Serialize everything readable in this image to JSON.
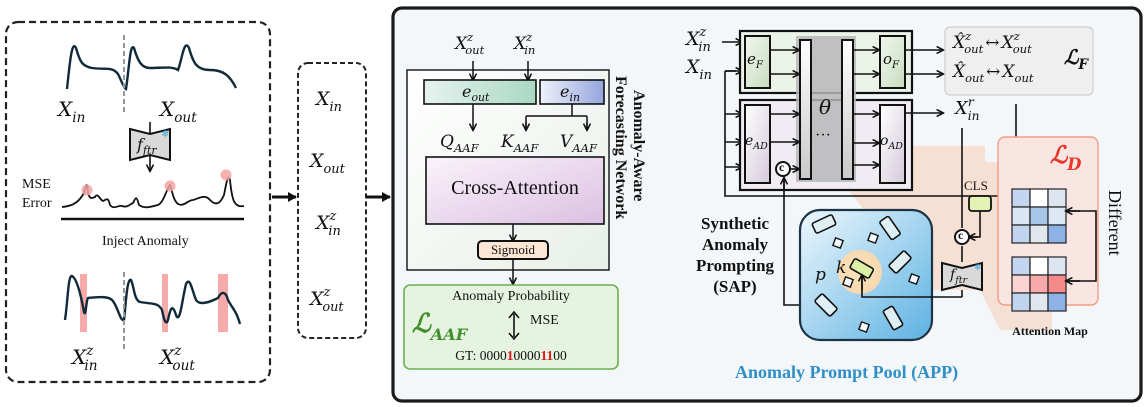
{
  "left_panel": {
    "top_series_labels": {
      "x_in": "X",
      "x_in_sub": "in",
      "x_out": "X",
      "x_out_sub": "out"
    },
    "extractor": {
      "label": "f",
      "sub": "ftr",
      "frozen_icon": "snowflake-icon"
    },
    "mse_label_line1": "MSE",
    "mse_label_line2": "Error",
    "inject_label": "Inject Anomaly",
    "bottom_series_labels": {
      "x_in": "X",
      "x_in_sup": "z",
      "x_in_sub": "in",
      "x_out": "X",
      "x_out_sup": "z",
      "x_out_sub": "out"
    }
  },
  "inputs_box": {
    "items": [
      {
        "base": "X",
        "sup": "",
        "sub": "in"
      },
      {
        "base": "X",
        "sup": "",
        "sub": "out"
      },
      {
        "base": "X",
        "sup": "z",
        "sub": "in"
      },
      {
        "base": "X",
        "sup": "z",
        "sub": "out"
      }
    ]
  },
  "aaf": {
    "title_line1": "Anomaly-Aware",
    "title_line2": "Forecasting Network",
    "input_out": {
      "base": "X",
      "sup": "z",
      "sub": "out"
    },
    "input_in": {
      "base": "X",
      "sup": "z",
      "sub": "in"
    },
    "e_out": {
      "base": "e",
      "sub": "out"
    },
    "e_in": {
      "base": "e",
      "sub": "in"
    },
    "q": {
      "base": "Q",
      "sub": "AAF"
    },
    "k": {
      "base": "K",
      "sub": "AAF"
    },
    "v": {
      "base": "V",
      "sub": "AAF"
    },
    "cross_attention": "Cross-Attention",
    "sigmoid": "Sigmoid",
    "loss_box": {
      "title": "Anomaly Probability",
      "loss": {
        "base": "ℒ",
        "sub": "AAF"
      },
      "mse": "MSE",
      "gt_prefix": "GT: ",
      "gt_bits": [
        "0",
        "0",
        "0",
        "0",
        "1",
        "0",
        "0",
        "0",
        "0",
        "1",
        "1",
        "0",
        "0"
      ],
      "highlight_color": "#e0161b"
    }
  },
  "backbone": {
    "input_z": {
      "base": "X",
      "sup": "z",
      "sub": "in"
    },
    "input": {
      "base": "X",
      "sub": "in"
    },
    "e_f": {
      "base": "e",
      "sub": "F"
    },
    "e_ad": {
      "base": "e",
      "sub": "AD"
    },
    "theta": "θ",
    "dots": "···",
    "o_f": {
      "base": "o",
      "sub": "F"
    },
    "o_ad": {
      "base": "o",
      "sub": "AD"
    },
    "concat_symbol": "c",
    "output_recon": {
      "base": "X",
      "sup": "r",
      "sub": "in"
    },
    "loss_f": {
      "row1_left": {
        "base": "X̂",
        "sup": "z",
        "sub": "out"
      },
      "row1_right": {
        "base": "X",
        "sup": "z",
        "sub": "out"
      },
      "row2_left": {
        "base": "X̂",
        "sub": "out"
      },
      "row2_right": {
        "base": "X",
        "sub": "out"
      },
      "arrow": "↔",
      "loss": {
        "base": "ℒ",
        "sub": "F"
      }
    }
  },
  "sap": {
    "label_lines": [
      "Synthetic",
      "Anomaly",
      "Prompting",
      "(SAP)"
    ],
    "pool_title": "Anomaly Prompt Pool (APP)",
    "pool_color": "#2f8fc8",
    "p_label": "p",
    "k_label": "k"
  },
  "discrepancy": {
    "cls_label": "CLS",
    "extractor": {
      "label": "f",
      "sub": "ftr"
    },
    "loss": {
      "base": "ℒ",
      "sub": "D"
    },
    "loss_color": "#e8362b",
    "different_label": "Different",
    "attention_label": "Attention Map",
    "map_top": [
      [
        "#c3d5ef",
        "#ffffff",
        "#dce5f0"
      ],
      [
        "#dbe6f4",
        "#a7c6ea",
        "#dde8f5"
      ],
      [
        "#c1d4ef",
        "#e0e7ef",
        "#8db2e6"
      ]
    ],
    "map_bottom": [
      [
        "#c3d5ef",
        "#ffffff",
        "#dce5f0"
      ],
      [
        "#fbd3d3",
        "#f8a9a9",
        "#f58a8a"
      ],
      [
        "#c1d4ef",
        "#e0e7ef",
        "#8db2e6"
      ]
    ]
  }
}
